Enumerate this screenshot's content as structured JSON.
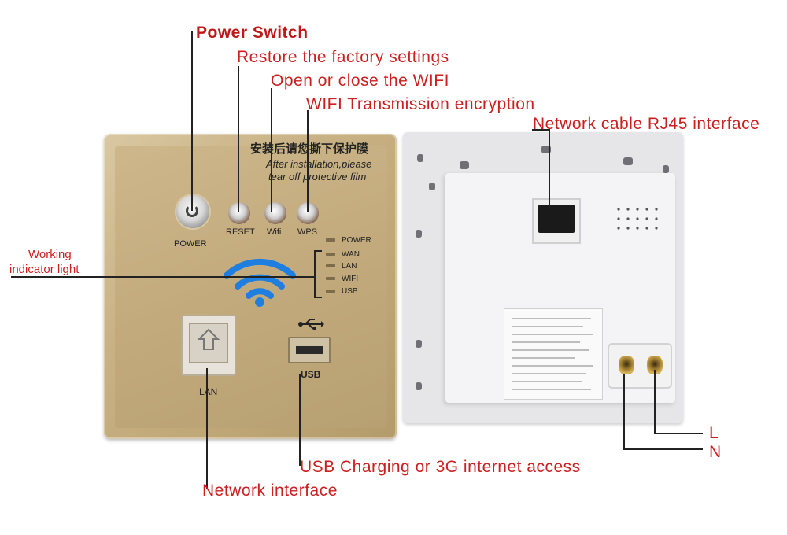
{
  "callouts": {
    "power_switch": "Power Switch",
    "restore": "Restore the factory settings",
    "wifi_toggle": "Open or close the WIFI",
    "wps": "WIFI Transmission encryption",
    "rj45": "Network cable RJ45 interface",
    "working_light_line1": "Working",
    "working_light_line2": "indicator light",
    "usb_charging": "USB Charging or 3G internet access",
    "network_interface": "Network interface",
    "terminal_l": "L",
    "terminal_n": "N"
  },
  "front_panel": {
    "chinese_label": "安装后请您撕下保护膜",
    "english_label_line1": "After installation,please",
    "english_label_line2": "tear off protective film",
    "buttons": {
      "power": "POWER",
      "reset": "RESET",
      "wifi": "Wifi",
      "wps": "WPS"
    },
    "indicators": [
      "POWER",
      "WAN",
      "LAN",
      "WIFI",
      "USB"
    ],
    "ports": {
      "lan": "LAN",
      "usb": "USB"
    }
  },
  "colors": {
    "callout_text": "#cc1f1f",
    "leader_line": "#222222",
    "panel_gold": "#c9b285",
    "wifi_blue": "#1e7fe0"
  }
}
